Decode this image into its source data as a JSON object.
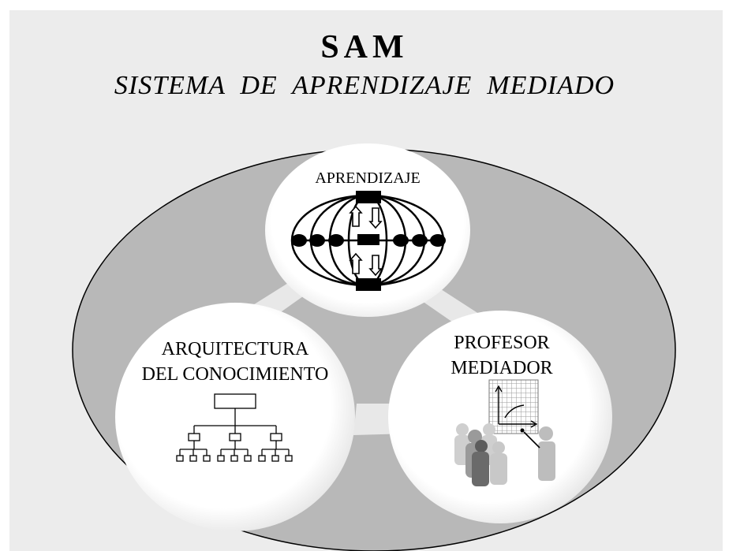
{
  "header": {
    "title": "SAM",
    "subtitle": "SISTEMA  DE  APRENDIZAJE  MEDIADO"
  },
  "circles": {
    "top": {
      "label": "APRENDIZAJE"
    },
    "left": {
      "label_line1": "ARQUITECTURA",
      "label_line2": "DEL CONOCIMIENTO"
    },
    "right": {
      "label_line1": "PROFESOR",
      "label_line2": "MEDIADOR"
    }
  },
  "colors": {
    "page_background": "#ececec",
    "ellipse_fill": "#b8b8b8",
    "circle_fill": "#ffffff",
    "stroke": "#000000"
  }
}
